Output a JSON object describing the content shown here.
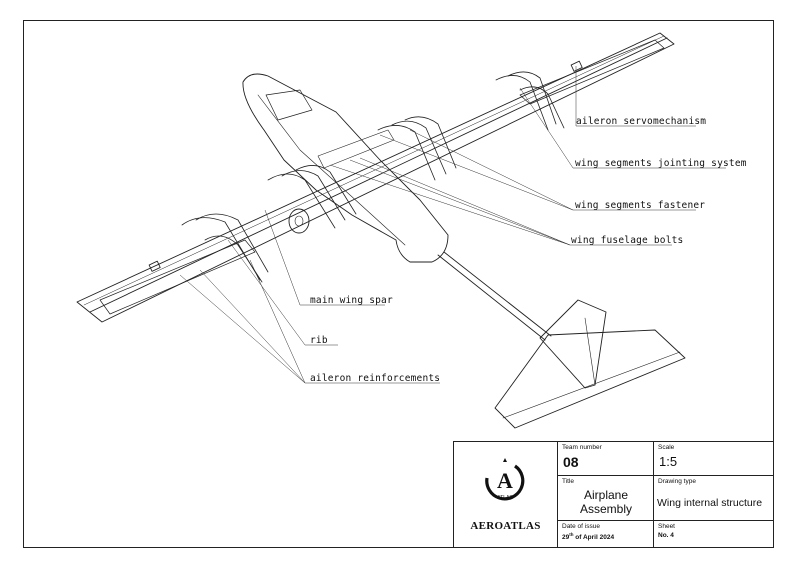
{
  "callouts": {
    "aileron_servo": "aileron servomechanism",
    "wing_joint": "wing segments jointing system",
    "wing_fastener": "wing segments fastener",
    "fuselage_bolts": "wing fuselage bolts",
    "main_spar": "main wing spar",
    "rib": "rib",
    "aileron_reinf": "aileron reinforcements"
  },
  "title_block": {
    "brand": "AEROATLAS",
    "logo_letter": "A",
    "logo_text": "ATLAS",
    "team_label": "Team number",
    "team_value": "08",
    "scale_label": "Scale",
    "scale_value": "1:5",
    "title_label": "Title",
    "title_line1": "Airplane",
    "title_line2": "Assembly",
    "drawing_type_label": "Drawing type",
    "drawing_type_value": "Wing internal structure",
    "date_label": "Date of issue",
    "date_day": "29",
    "date_suffix": "th",
    "date_rest": " of April 2024",
    "sheet_label": "Sheet",
    "sheet_value": "No. 4"
  }
}
